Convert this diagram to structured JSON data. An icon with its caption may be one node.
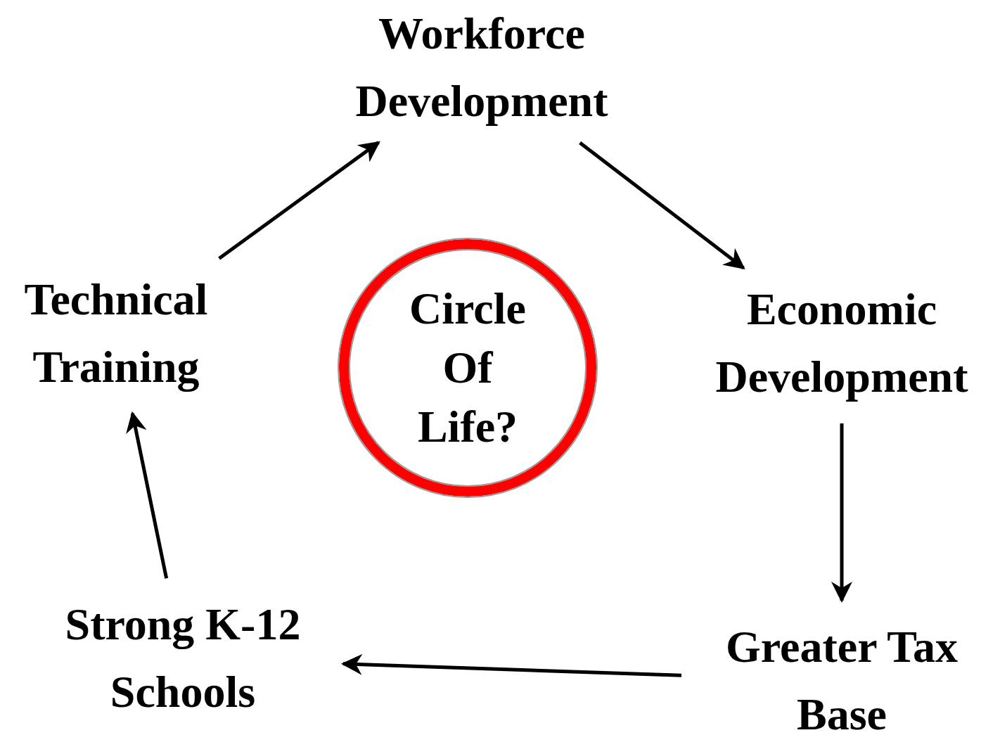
{
  "diagram": {
    "nodes": [
      {
        "text": [
          "Workforce Development"
        ]
      },
      {
        "text": [
          "Economic Development"
        ]
      },
      {
        "text": [
          "Greater Tax Base"
        ]
      },
      {
        "text": [
          "Strong K-12 Schools"
        ]
      },
      {
        "text": [
          "Technical Training"
        ]
      },
      {
        "text": [
          "Circle Of Life?"
        ]
      }
    ],
    "edges": [
      {
        "from": 4,
        "to": 0,
        "arrow": "to"
      },
      {
        "from": 0,
        "to": 1,
        "arrow": "to"
      },
      {
        "from": 1,
        "to": 2,
        "arrow": "to"
      },
      {
        "from": 2,
        "to": 3,
        "arrow": "to"
      },
      {
        "from": 3,
        "to": 4,
        "arrow": "to"
      }
    ]
  }
}
